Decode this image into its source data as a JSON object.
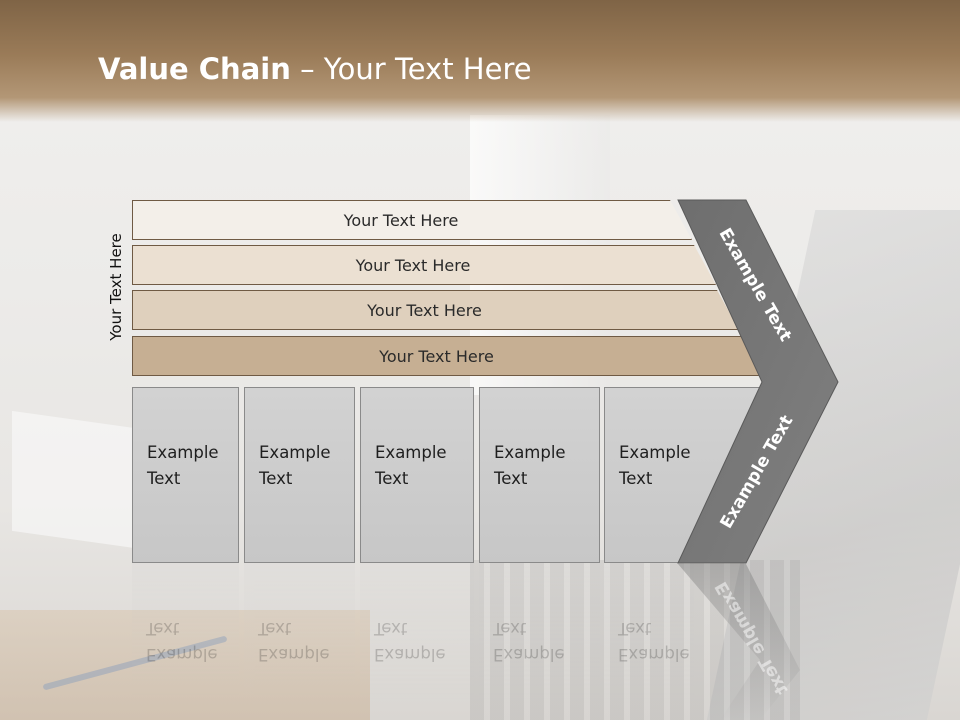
{
  "title": {
    "bold": "Value Chain",
    "rest": " – Your Text Here"
  },
  "side_label": "Your Text Here",
  "bars": [
    "Your Text Here",
    "Your Text Here",
    "Your Text Here",
    "Your Text Here"
  ],
  "boxes": [
    {
      "line1": "Example",
      "line2": "Text"
    },
    {
      "line1": "Example",
      "line2": "Text"
    },
    {
      "line1": "Example",
      "line2": "Text"
    },
    {
      "line1": "Example",
      "line2": "Text"
    },
    {
      "line1": "Example",
      "line2": "Text"
    }
  ],
  "chevron": {
    "top_label": "Example Text",
    "bottom_label": "Example Text"
  },
  "colors": {
    "header": "#9a7b58",
    "chevron": "#757575",
    "bar_dark": "#c6af93",
    "box": "#cccccc"
  }
}
